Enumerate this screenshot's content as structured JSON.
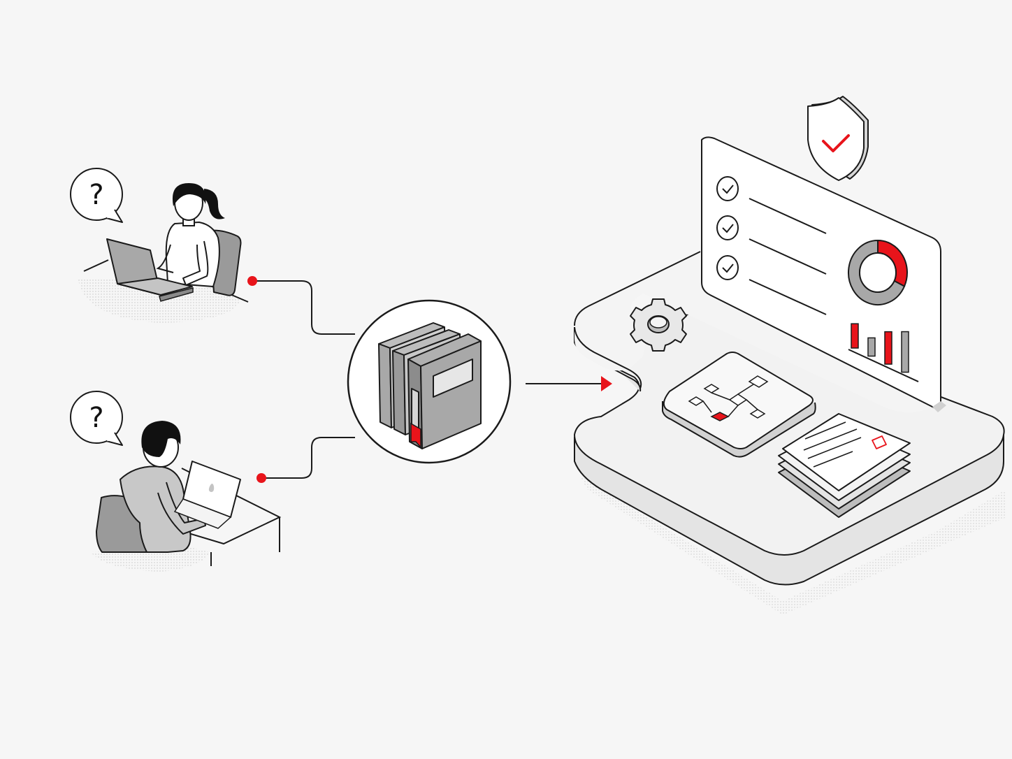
{
  "colors": {
    "background": "#f6f6f6",
    "ink": "#1a1a1a",
    "gray": "#9a9a9a",
    "light_gray": "#d4d4d4",
    "panel": "#f2f2f2",
    "accent": "#e8141b"
  },
  "users": [
    {
      "role": "woman-at-laptop",
      "speech_bubble": "?"
    },
    {
      "role": "man-at-laptop",
      "speech_bubble": "?"
    }
  ],
  "knowledge_hub": {
    "icon": "books-icon"
  },
  "platform": {
    "checklist_items": 3,
    "donut_chart": {
      "segments": [
        {
          "share": 0.32,
          "color": "#e8141b"
        },
        {
          "share": 0.68,
          "color": "#a8a8a8"
        }
      ]
    },
    "bar_chart": {
      "bars": [
        {
          "value": 0.6,
          "color": "#e8141b"
        },
        {
          "value": 0.45,
          "color": "#a8a8a8"
        },
        {
          "value": 0.8,
          "color": "#e8141b"
        },
        {
          "value": 1.0,
          "color": "#a8a8a8"
        }
      ]
    },
    "icons": [
      "shield-check-icon",
      "gear-icon",
      "flowchart-icon",
      "document-stack-icon"
    ]
  }
}
